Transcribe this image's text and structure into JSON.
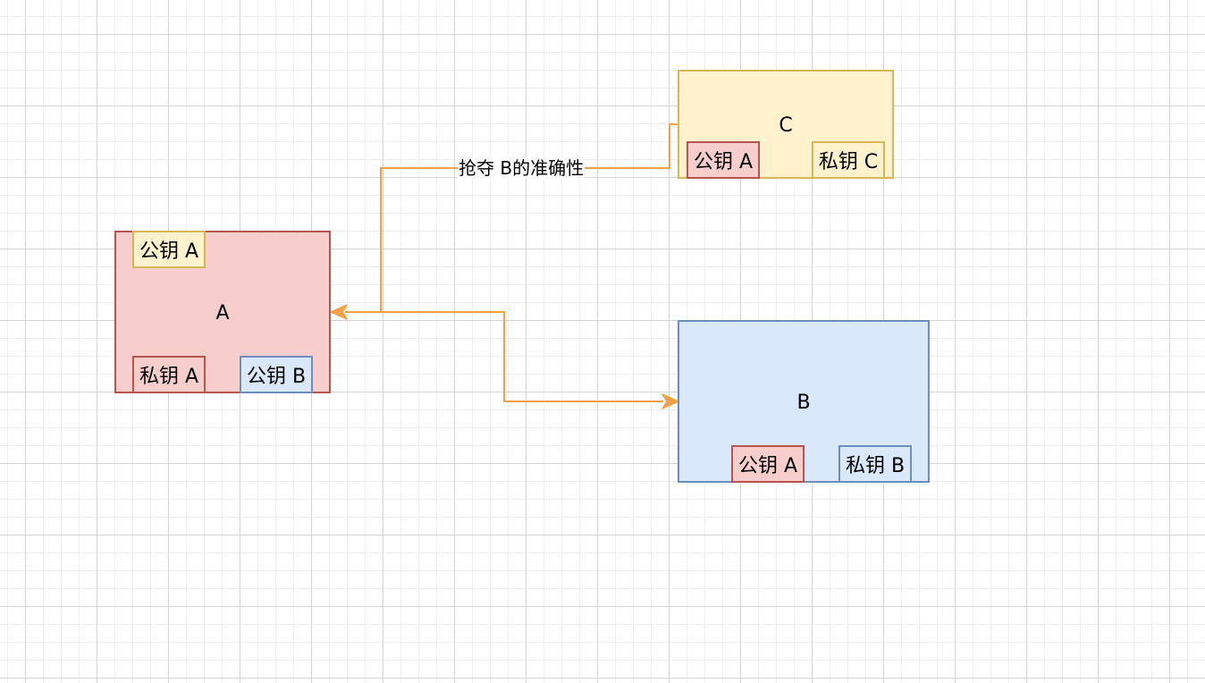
{
  "colors": {
    "red_fill": "#f8cecc",
    "red_stroke": "#b85450",
    "yellow_fill": "#fff2cc",
    "yellow_stroke": "#d6b656",
    "blue_fill": "#dae8fc",
    "blue_stroke": "#6c8ebf",
    "edge": "#f5a047"
  },
  "nodes": {
    "a": {
      "title": "A",
      "keys": {
        "top": "公钥 A",
        "bottom_left": "私钥 A",
        "bottom_right": "公钥 B"
      }
    },
    "b": {
      "title": "B",
      "keys": {
        "left": "公钥 A",
        "right": "私钥 B"
      }
    },
    "c": {
      "title": "C",
      "keys": {
        "left": "公钥 A",
        "right": "私钥 C"
      }
    }
  },
  "edges": {
    "c_to_a": {
      "label": "抢夺 B的准确性"
    }
  }
}
